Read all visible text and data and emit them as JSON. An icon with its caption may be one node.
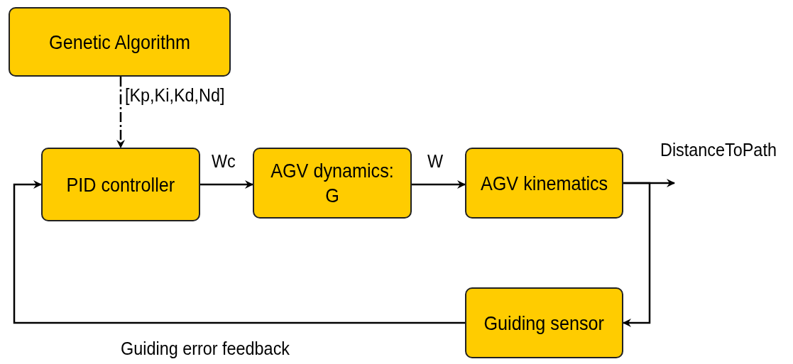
{
  "diagram": {
    "nodes": [
      {
        "text": [
          "Genetic Algorithm"
        ]
      },
      {
        "text": [
          "PID controller"
        ]
      },
      {
        "text": [
          "AGV dynamics: G"
        ]
      },
      {
        "text": [
          "AGV kinematics"
        ]
      },
      {
        "text": [
          "Guiding sensor"
        ]
      }
    ],
    "edges": [
      {
        "from": 0,
        "to": 1,
        "arrow": "to",
        "label": "[Kp,Ki,Kd,Nd]",
        "style": "dashed"
      },
      {
        "from": 1,
        "to": 2,
        "arrow": "to",
        "label": "Wc"
      },
      {
        "from": 2,
        "to": 3,
        "arrow": "to",
        "label": "W"
      },
      {
        "from": 3,
        "to": null,
        "arrow": "to",
        "label": "DistanceToPath"
      },
      {
        "from": 3,
        "to": 4,
        "arrow": "to"
      },
      {
        "from": 4,
        "to": 1,
        "arrow": "to",
        "label": "Guiding error feedback"
      }
    ]
  }
}
